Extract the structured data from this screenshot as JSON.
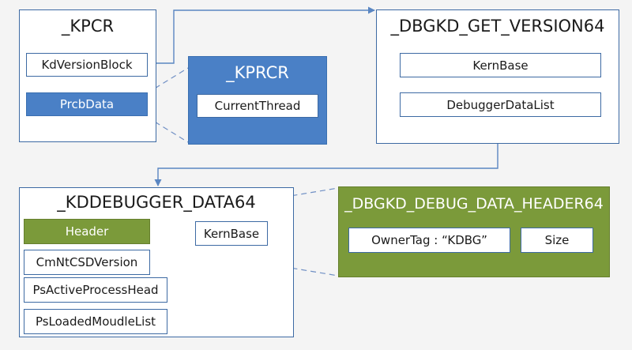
{
  "kpcr": {
    "title": "_KPCR",
    "fields": {
      "kd_version_block": "KdVersionBlock",
      "prcb_data": "PrcbData"
    }
  },
  "kprcr": {
    "title": "_KPRCR",
    "fields": {
      "current_thread": "CurrentThread"
    }
  },
  "dbgkd_get_version64": {
    "title": "_DBGKD_GET_VERSION64",
    "fields": {
      "kern_base": "KernBase",
      "debugger_data_list": "DebuggerDataList"
    }
  },
  "kddebugger_data64": {
    "title": "_KDDEBUGGER_DATA64",
    "fields": {
      "header": "Header",
      "kern_base": "KernBase",
      "cmnt_csd_version": "CmNtCSDVersion",
      "ps_active_process_head": "PsActiveProcessHead",
      "ps_loaded_module_list": "PsLoadedMoudleList"
    }
  },
  "dbgkd_debug_data_header64": {
    "title": "_DBGKD_DEBUG_DATA_HEADER64",
    "fields": {
      "owner_tag": "OwnerTag : “KDBG”",
      "size": "Size"
    }
  },
  "colors": {
    "border_blue": "#3d6aa3",
    "fill_blue": "#4a80c6",
    "fill_green": "#7b9a3a",
    "connector": "#5a86c2"
  }
}
